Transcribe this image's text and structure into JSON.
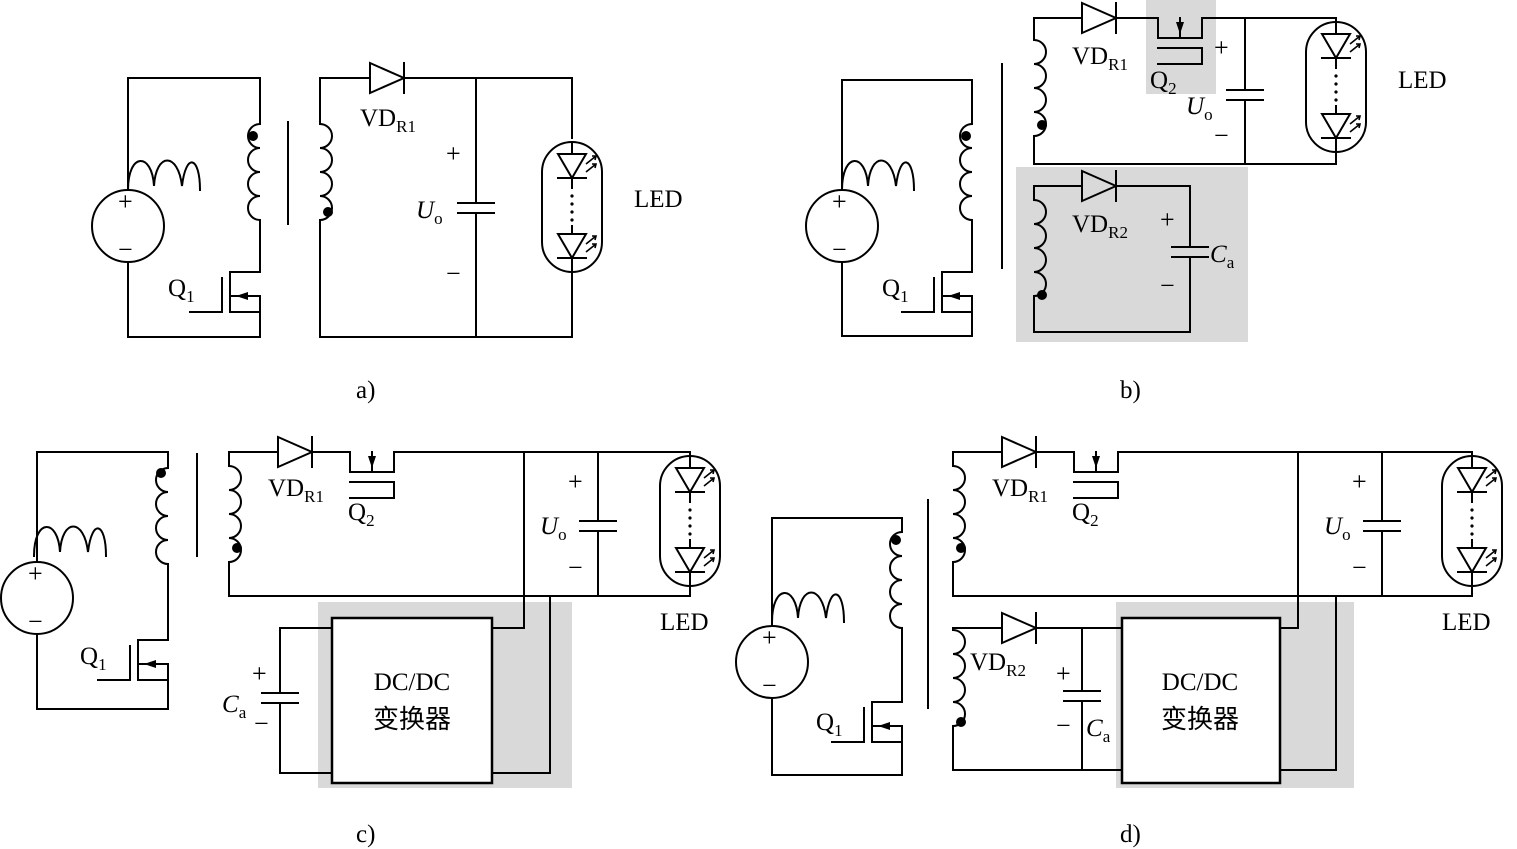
{
  "panels": {
    "a": {
      "caption": "a)",
      "diode_vdr1": {
        "main": "VD",
        "sub": "R1"
      },
      "q1": {
        "main": "Q",
        "sub": "1"
      },
      "uo": {
        "main": "U",
        "sub": "o"
      },
      "plus": "+",
      "minus": "−",
      "led": "LED",
      "src_plus": "+",
      "src_minus": "−"
    },
    "b": {
      "caption": "b)",
      "diode_vdr1": {
        "main": "VD",
        "sub": "R1"
      },
      "diode_vdr2": {
        "main": "VD",
        "sub": "R2"
      },
      "q1": {
        "main": "Q",
        "sub": "1"
      },
      "q2": {
        "main": "Q",
        "sub": "2"
      },
      "uo": {
        "main": "U",
        "sub": "o"
      },
      "ca": {
        "main": "C",
        "sub": "a"
      },
      "plus": "+",
      "minus": "−",
      "led": "LED",
      "src_plus": "+",
      "src_minus": "−"
    },
    "c": {
      "caption": "c)",
      "diode_vdr1": {
        "main": "VD",
        "sub": "R1"
      },
      "q1": {
        "main": "Q",
        "sub": "1"
      },
      "q2": {
        "main": "Q",
        "sub": "2"
      },
      "uo": {
        "main": "U",
        "sub": "o"
      },
      "ca": {
        "main": "C",
        "sub": "a"
      },
      "plus": "+",
      "minus": "−",
      "led": "LED",
      "converter_line1": "DC/DC",
      "converter_line2": "变换器",
      "src_plus": "+",
      "src_minus": "−"
    },
    "d": {
      "caption": "d)",
      "diode_vdr1": {
        "main": "VD",
        "sub": "R1"
      },
      "diode_vdr2": {
        "main": "VD",
        "sub": "R2"
      },
      "q1": {
        "main": "Q",
        "sub": "1"
      },
      "q2": {
        "main": "Q",
        "sub": "2"
      },
      "uo": {
        "main": "U",
        "sub": "o"
      },
      "ca": {
        "main": "C",
        "sub": "a"
      },
      "plus": "+",
      "minus": "−",
      "led": "LED",
      "converter_line1": "DC/DC",
      "converter_line2": "变换器",
      "src_plus": "+",
      "src_minus": "−"
    }
  }
}
